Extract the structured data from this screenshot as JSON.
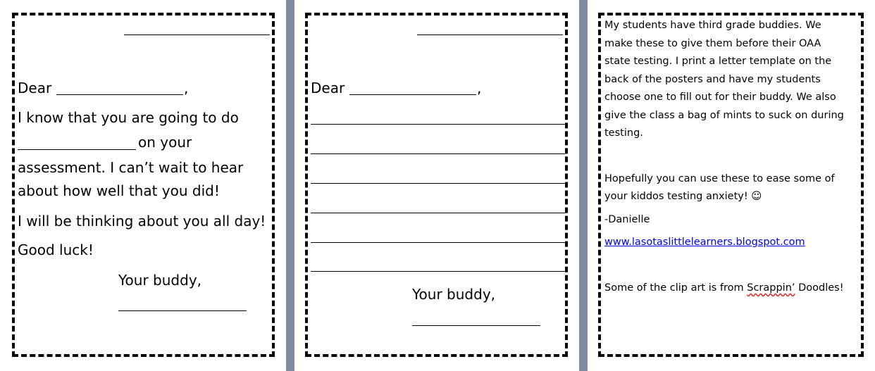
{
  "card_one": {
    "dear_label": "Dear",
    "comma": ",",
    "line_do": "I know that you are going to do",
    "on_your": "on your",
    "line_assessment": "assessment.  I can’t wait to hear",
    "line_about": "about how well that you did!",
    "line_thinking": "I will be thinking about you all day!",
    "good_luck": "Good luck!",
    "your_buddy": "Your buddy,"
  },
  "card_two": {
    "dear_label": "Dear",
    "comma": ",",
    "your_buddy": "Your buddy,"
  },
  "note": {
    "lines": [
      "My students have third grade buddies.  We",
      "make these to give them before their OAA",
      "state testing.  I print a letter template on the",
      "back of the posters and have my students",
      "choose one to fill out for their buddy.  We also",
      "give the class a bag of mints to suck on during",
      "testing."
    ],
    "hope_lines": [
      "Hopefully you can use these to ease some of",
      "your kiddos testing anxiety!  ☺"
    ],
    "signature": "-Danielle",
    "link": "www.lasotaslittlelearners.blogspot.com",
    "clip_prefix": "Some of the clip art is from ",
    "clip_brand": "Scrappin’",
    "clip_suffix": " Doodles!"
  }
}
